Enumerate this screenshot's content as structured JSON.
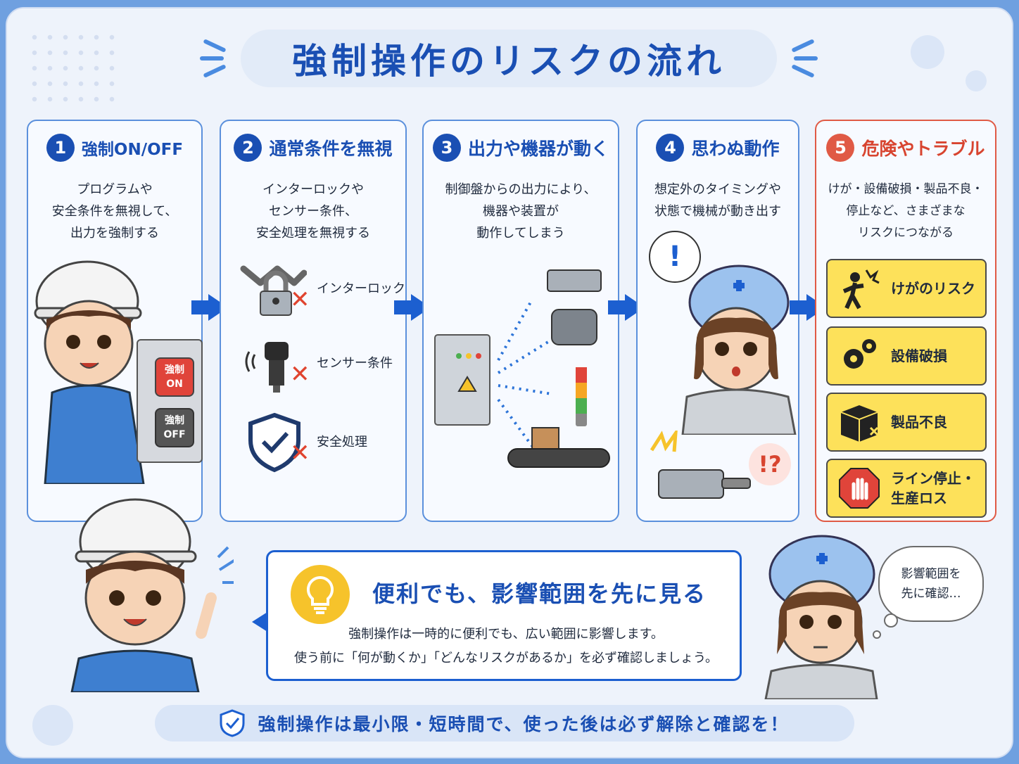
{
  "title": "強制操作のリスクの流れ",
  "steps": [
    {
      "num": "1",
      "title": "強制ON/OFF",
      "desc": "プログラムや\n安全条件を無視して、\n出力を強制する",
      "panel_on": "強制\nON",
      "panel_off": "強制\nOFF"
    },
    {
      "num": "2",
      "title": "通常条件を無視",
      "desc": "インターロックや\nセンサー条件、\n安全処理を無視する",
      "items": [
        "インターロック",
        "センサー条件",
        "安全処理"
      ]
    },
    {
      "num": "3",
      "title": "出力や機器が動く",
      "desc": "制御盤からの出力により、\n機器や装置が\n動作してしまう"
    },
    {
      "num": "4",
      "title": "思わぬ動作",
      "desc": "想定外のタイミングや\n状態で機械が動き出す",
      "exclaim": "!",
      "surprise": "!?"
    },
    {
      "num": "5",
      "title": "危険やトラブル",
      "desc": "けが・設備破損・製品不良・\n停止など、さまざまな\nリスクにつながる",
      "risks": [
        "けがのリスク",
        "設備破損",
        "製品不良",
        "ライン停止・\n生産ロス"
      ]
    }
  ],
  "callout": {
    "title": "便利でも、影響範囲を先に見る",
    "body": "強制操作は一時的に便利でも、広い範囲に影響します。\n使う前に「何が動くか」「どんなリスクがあるか」を必ず確認しましょう。"
  },
  "thought": "影響範囲を\n先に確認…",
  "bottom": "強制操作は最小限・短時間で、使った後は必ず解除と確認を！",
  "colors": {
    "primary": "#1a4fb3",
    "danger": "#e05a45",
    "warning": "#fde15a"
  }
}
